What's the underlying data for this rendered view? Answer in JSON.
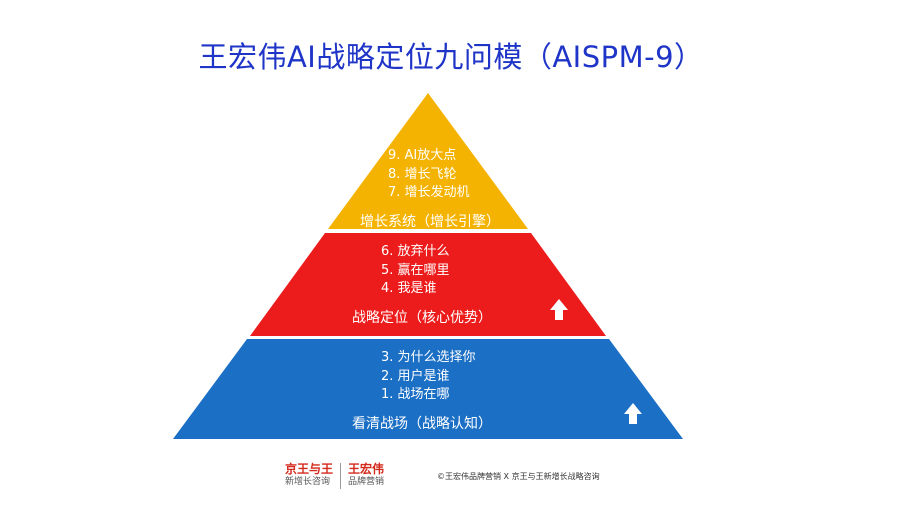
{
  "title": "王宏伟AI战略定位九问模（AISPM-9）",
  "colors": {
    "top": "#f5b301",
    "middle": "#ec1c1c",
    "bottom": "#1b6fc4",
    "title": "#1f35c8",
    "brand": "#d42a1c"
  },
  "pyramid": {
    "top": {
      "lines": [
        "9. AI放大点",
        "8. 增长飞轮",
        "7. 增长发动机"
      ],
      "category": "增长系统（增长引擎）"
    },
    "middle": {
      "lines": [
        "6. 放弃什么",
        "5. 赢在哪里",
        "4. 我是谁"
      ],
      "category": "战略定位（核心优势）",
      "icon": "up-arrow-icon"
    },
    "bottom": {
      "lines": [
        "3. 为什么选择你",
        "2. 用户是谁",
        "1. 战场在哪"
      ],
      "category": "看清战场（战略认知）",
      "icon": "up-arrow-icon"
    }
  },
  "footer": {
    "logo1_main": "京王与王",
    "logo1_sub": "新增长咨询",
    "logo2_main": "王宏伟",
    "logo2_sub": "品牌营销",
    "copyright": "©王宏伟品牌营销 X 京王与王新增长战略咨询"
  }
}
